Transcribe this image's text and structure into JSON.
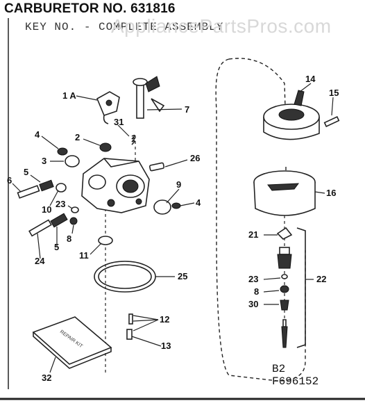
{
  "header": {
    "title": "CARBURETOR NO.  631816",
    "subtitle": "KEY NO. - COMPLETE ASSEMBLY",
    "watermark": "AppliancePartsPros.com"
  },
  "parts": [
    {
      "id": "p1a",
      "label": "1 A"
    },
    {
      "id": "p7",
      "label": "7"
    },
    {
      "id": "p31",
      "label": "31"
    },
    {
      "id": "p4a",
      "label": "4"
    },
    {
      "id": "p2",
      "label": "2"
    },
    {
      "id": "p3",
      "label": "3"
    },
    {
      "id": "p26",
      "label": "26"
    },
    {
      "id": "p5a",
      "label": "5"
    },
    {
      "id": "p6",
      "label": "6"
    },
    {
      "id": "p9",
      "label": "9"
    },
    {
      "id": "p4b",
      "label": "4"
    },
    {
      "id": "p10",
      "label": "10"
    },
    {
      "id": "p23a",
      "label": "23"
    },
    {
      "id": "p8a",
      "label": "8"
    },
    {
      "id": "p5b",
      "label": "5"
    },
    {
      "id": "p24",
      "label": "24"
    },
    {
      "id": "p11",
      "label": "11"
    },
    {
      "id": "p25",
      "label": "25"
    },
    {
      "id": "p12",
      "label": "12"
    },
    {
      "id": "p13",
      "label": "13"
    },
    {
      "id": "p32",
      "label": "32"
    },
    {
      "id": "p14",
      "label": "14"
    },
    {
      "id": "p15",
      "label": "15"
    },
    {
      "id": "p16",
      "label": "16"
    },
    {
      "id": "p21",
      "label": "21"
    },
    {
      "id": "p22",
      "label": "22"
    },
    {
      "id": "p23b",
      "label": "23"
    },
    {
      "id": "p8b",
      "label": "8"
    },
    {
      "id": "p30",
      "label": "30"
    }
  ],
  "codes": {
    "line1": "B2",
    "line2": "F696152"
  },
  "card_text": "REPAIR KIT"
}
